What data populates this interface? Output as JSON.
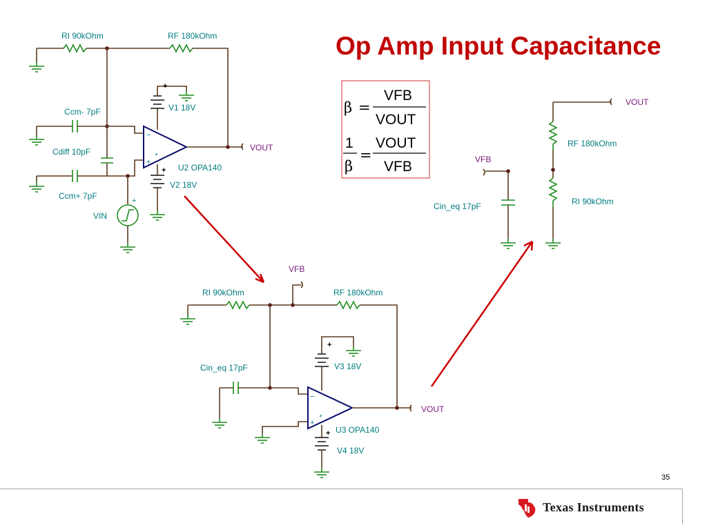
{
  "title": "Op Amp Input Capacitance",
  "page_number": "35",
  "footer": {
    "brand": "Texas Instruments"
  },
  "formula": {
    "beta": "β",
    "equals": "=",
    "vfb": "VFB",
    "vout": "VOUT",
    "one": "1"
  },
  "circuit1": {
    "ri": "RI 90kOhm",
    "rf": "RF 180kOhm",
    "v1": "V1 18V",
    "ccm_minus": "Ccm- 7pF",
    "cdiff": "Cdiff 10pF",
    "vout": "VOUT",
    "u2": "U2 OPA140",
    "ccm_plus": "Ccm+ 7pF",
    "v2": "V2 18V",
    "vin": "VIN"
  },
  "circuit2": {
    "vfb": "VFB",
    "ri": "RI 90kOhm",
    "rf": "RF 180kOhm",
    "v3": "V3 18V",
    "cin_eq": "Cin_eq 17pF",
    "vout": "VOUT",
    "u3": "U3 OPA140",
    "v4": "V4 18V"
  },
  "circuit3": {
    "vout": "VOUT",
    "rf": "RF 180kOhm",
    "vfb": "VFB",
    "ri": "RI 90kOhm",
    "cin_eq": "Cin_eq 17pF"
  },
  "colors": {
    "title": "#c00000",
    "arrow": "#cc0000",
    "label": "#007c80",
    "net_label": "#7b1a7b",
    "wire": "#5c3a1e",
    "ground": "#1e8c1e",
    "opamp": "#0a0a6e"
  }
}
